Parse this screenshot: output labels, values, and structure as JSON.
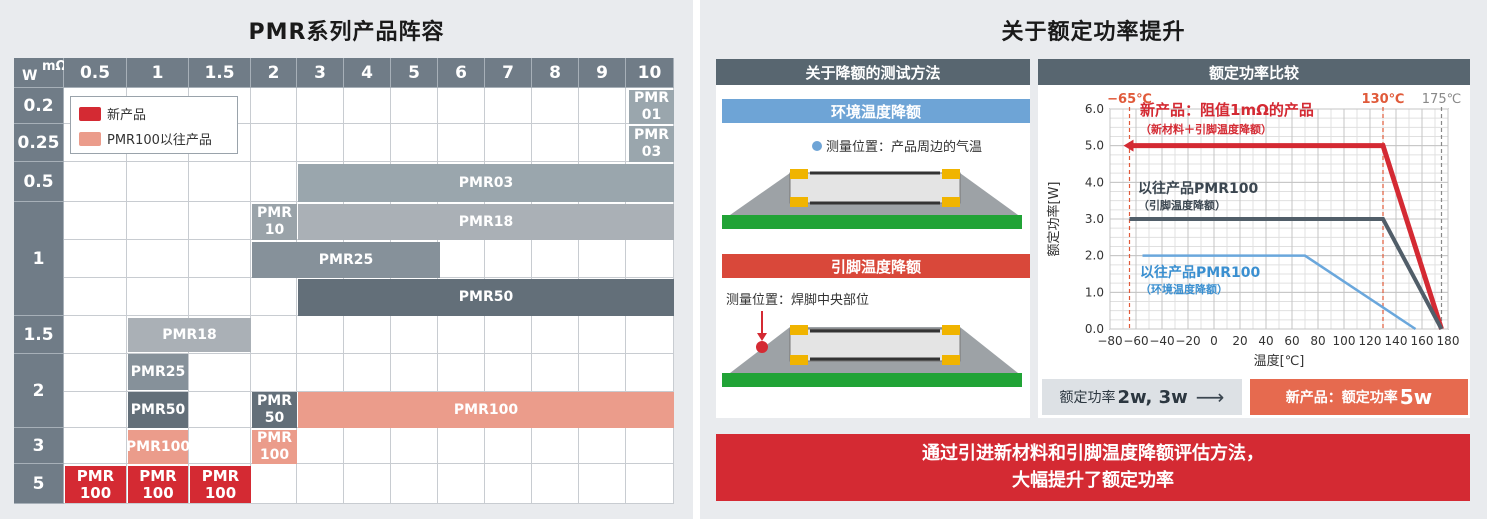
{
  "left": {
    "title": "PMR系列产品阵容",
    "corner": {
      "y_unit": "W",
      "x_unit": "mΩ"
    },
    "resistance_columns": [
      "0.5",
      "1",
      "1.5",
      "2",
      "3",
      "4",
      "5",
      "6",
      "7",
      "8",
      "9",
      "10"
    ],
    "power_rows": [
      "0.2",
      "0.25",
      "0.5",
      "1",
      "1.5",
      "2",
      "3",
      "5"
    ],
    "legend": {
      "new_label": "新产品",
      "old_label": "PMR100以往产品"
    },
    "bars": {
      "pmr01": "PMR\n01",
      "pmr03_small": "PMR\n03",
      "pmr03": "PMR03",
      "pmr10": "PMR\n10",
      "pmr18": "PMR18",
      "pmr25": "PMR25",
      "pmr50": "PMR50",
      "pmr18_b": "PMR18",
      "pmr25_b": "PMR25",
      "pmr50_b": "PMR50",
      "pmr50_c": "PMR\n50",
      "pmr100_2w": "PMR100",
      "pmr100_3w": "PMR100",
      "pmr100_3w_b": "PMR\n100",
      "pmr100_5w_a": "PMR\n100",
      "pmr100_5w_b": "PMR\n100",
      "pmr100_5w_c": "PMR\n100"
    }
  },
  "right": {
    "title": "关于额定功率提升",
    "method": {
      "header": "关于降额的测试方法",
      "ambient_title": "环境温度降额",
      "ambient_note": "测量位置：产品周边的气温",
      "terminal_title": "引脚温度降额",
      "terminal_note": "测量位置：焊脚中央部位"
    },
    "compare": {
      "header": "额定功率比较",
      "old_text": "额定功率",
      "old_value": "2w, 3w",
      "new_text": "新产品：额定功率",
      "new_value": "5w"
    },
    "banner": {
      "line1": "通过引进新材料和引脚温度降额评估方法，",
      "line2": "大幅提升了额定功率"
    }
  },
  "chart_data": {
    "type": "line",
    "xlabel": "温度[℃]",
    "ylabel": "额定功率[W]",
    "xlim": [
      -80,
      180
    ],
    "ylim": [
      0,
      6
    ],
    "x_ticks": [
      "−80",
      "−60",
      "−40",
      "−20",
      "0",
      "20",
      "40",
      "60",
      "80",
      "100",
      "120",
      "140",
      "160",
      "180"
    ],
    "y_ticks": [
      "0.0",
      "1.0",
      "2.0",
      "3.0",
      "4.0",
      "5.0",
      "6.0"
    ],
    "grid": true,
    "ref_lines": [
      {
        "x": -65,
        "label": "−65℃",
        "color": "#e05a3a"
      },
      {
        "x": 130,
        "label": "130℃",
        "color": "#e05a3a"
      },
      {
        "x": 175,
        "label": "175℃",
        "color": "#888888"
      }
    ],
    "series": [
      {
        "name": "新产品：阻值1mΩ的产品",
        "note": "（新材料＋引脚温度降额）",
        "color": "#d42a33",
        "x": [
          -65,
          130,
          175
        ],
        "y": [
          5.0,
          5.0,
          0.0
        ]
      },
      {
        "name": "以往产品PMR100",
        "note": "（引脚温度降额）",
        "color": "#515e69",
        "x": [
          -65,
          130,
          175
        ],
        "y": [
          3.0,
          3.0,
          0.0
        ]
      },
      {
        "name": "以往产品PMR100",
        "note": "（环境温度降额）",
        "color": "#6aa7dc",
        "x": [
          -55,
          70,
          155
        ],
        "y": [
          2.0,
          2.0,
          0.0
        ]
      }
    ]
  }
}
